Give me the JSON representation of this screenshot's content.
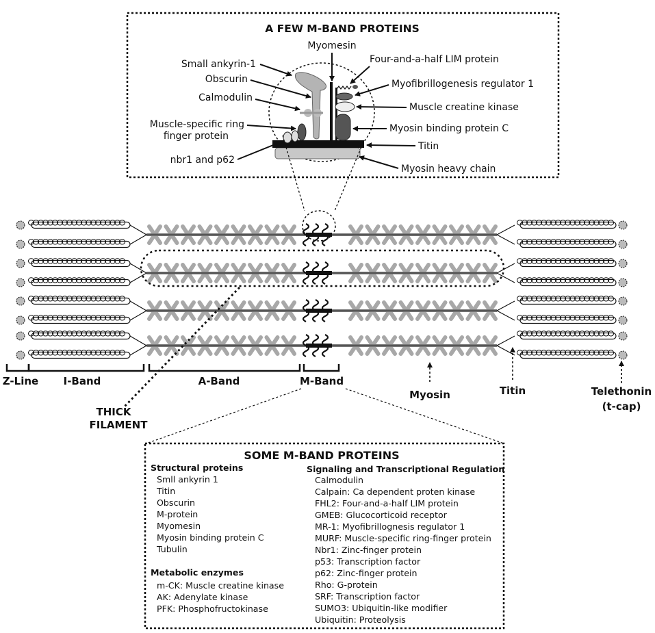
{
  "top_box": {
    "title": "A FEW M-BAND PROTEINS",
    "labels": {
      "small_ankyrin": "Small ankyrin-1",
      "myomesin": "Myomesin",
      "fhl": "Four-and-a-half LIM protein",
      "obscurin": "Obscurin",
      "mr1": "Myofibrillogenesis regulator 1",
      "calmodulin": "Calmodulin",
      "mck": "Muscle creatine kinase",
      "murf_line1": "Muscle-specific ring",
      "murf_line2": "finger protein",
      "mybpc": "Myosin binding protein C",
      "titin": "Titin",
      "nbr1": "nbr1 and p62",
      "mhc": "Myosin heavy chain"
    }
  },
  "bands": {
    "z_line": "Z-Line",
    "i_band": "I-Band",
    "a_band": "A-Band",
    "m_band": "M-Band"
  },
  "annotations": {
    "myosin": "Myosin",
    "titin": "Titin",
    "telethonin_line1": "Telethonin",
    "telethonin_line2": "(t-cap)",
    "thick_line1": "THICK",
    "thick_line2": "FILAMENT"
  },
  "bottom_box": {
    "title": "SOME M-BAND PROTEINS",
    "structural_header": "Structural proteins",
    "structural": [
      "Smll ankyrin 1",
      "Titin",
      "Obscurin",
      "M-protein",
      "Myomesin",
      "Myosin binding protein C",
      "Tubulin"
    ],
    "metabolic_header": "Metabolic enzymes",
    "metabolic": [
      "m-CK: Muscle creatine kinase",
      "AK: Adenylate kinase",
      "PFK: Phosphofructokinase"
    ],
    "signaling_header": "Signaling and Transcriptional Regulation",
    "signaling": [
      "Calmodulin",
      "Calpain: Ca dependent proten kinase",
      "FHL2: Four-and-a-half LIM protein",
      "GMEB: Glucocorticoid receptor",
      "MR-1: Myofibrillognesis regulator 1",
      "MURF: Muscle-specific ring-finger protein",
      "Nbr1: Zinc-finger protein",
      "p53: Transcription factor",
      "p62: Zinc-finger protein",
      "Rho: G-protein",
      "SRF: Transcription factor",
      "SUMO3: Ubiquitin-like modifier",
      "Ubiquitin: Proteolysis"
    ]
  },
  "colors": {
    "ink": "#111111",
    "myosin_head": "#a8a8a8",
    "filament": "#7a7a7a"
  }
}
